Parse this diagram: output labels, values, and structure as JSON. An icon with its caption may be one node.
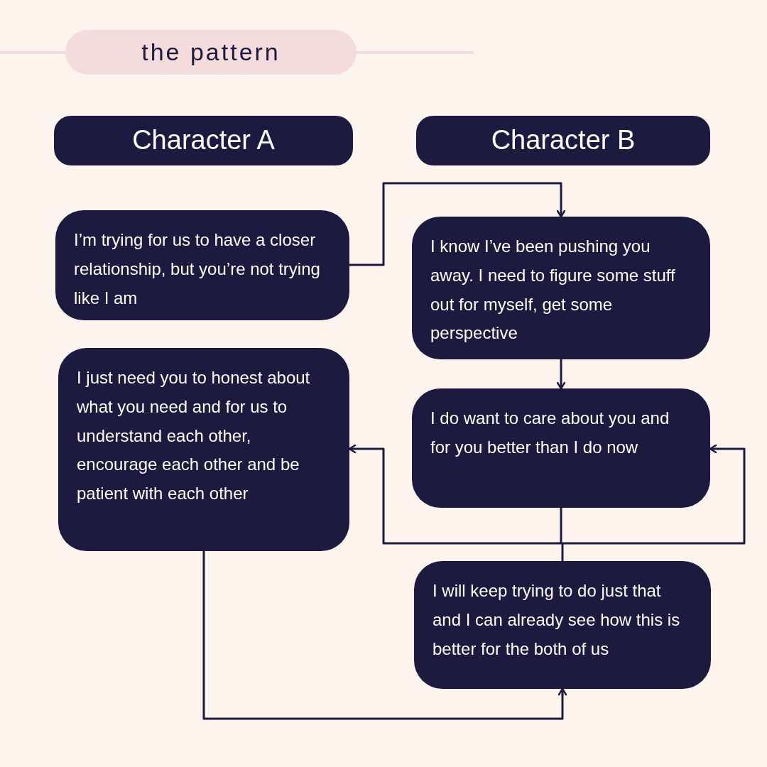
{
  "diagram": {
    "title": "the pattern",
    "nodes": [
      {
        "text": [
          "Character A"
        ]
      },
      {
        "text": [
          "Character B"
        ]
      },
      {
        "text": [
          "I’m trying for us to have a closer relationship, but you’re not trying like I am"
        ]
      },
      {
        "text": [
          "I know I’ve been pushing you away. I need to figure some stuff out for myself, get some perspective"
        ]
      },
      {
        "text": [
          "I do want to care about you and for you better than I do now"
        ]
      },
      {
        "text": [
          "I just need you to honest about what you need and for us to understand each other, encourage each other and be patient with each other"
        ]
      },
      {
        "text": [
          "I will keep trying to do just that and I can already see how this is better for the both of us"
        ]
      }
    ],
    "edges": [
      {
        "from": 2,
        "to": 3,
        "arrow": "to"
      },
      {
        "from": 3,
        "to": 4,
        "arrow": "to"
      },
      {
        "from": 4,
        "to": 5,
        "arrow": "to"
      },
      {
        "from": 6,
        "to": 4,
        "arrow": "to"
      },
      {
        "from": 5,
        "to": 6,
        "arrow": "to"
      }
    ]
  }
}
